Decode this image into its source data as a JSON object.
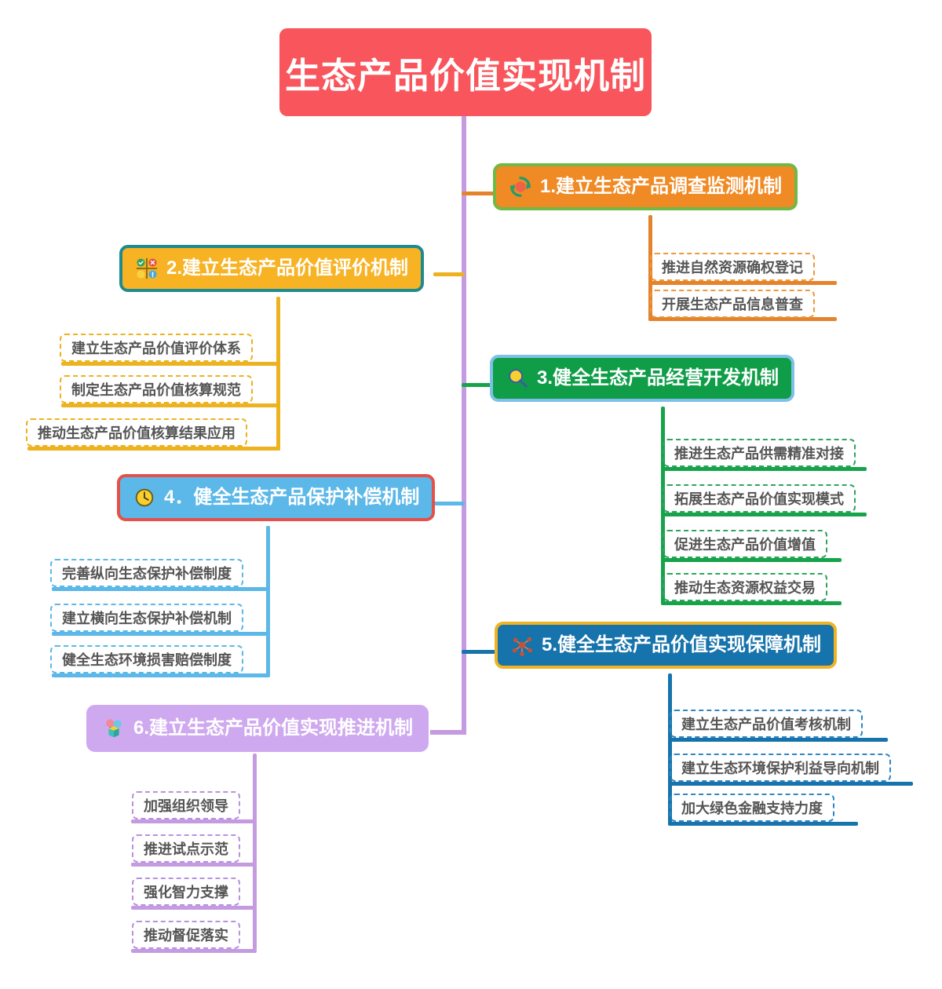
{
  "title": "生态产品价值实现机制",
  "colors": {
    "root_fill": "#f9555c",
    "spine": "#c49be0",
    "b1_fill": "#f08a25",
    "b1_border": "#6fb944",
    "b1_line": "#e3842d",
    "b2_fill": "#f7b323",
    "b2_border": "#1f8a8f",
    "b2_line": "#ecb21f",
    "b3_fill": "#0f9d48",
    "b3_border": "#7fc0e8",
    "b3_line": "#16a34a",
    "b4_fill": "#5bb8e8",
    "b4_border": "#e4504a",
    "b4_line": "#5bb8e8",
    "b5_fill": "#1673ab",
    "b5_border": "#f0b323",
    "b5_line": "#1673ab",
    "b6_fill": "#cfa9ef",
    "b6_border": "#cfa9ef",
    "b6_line": "#c49be0",
    "leaf_text": "#555555"
  },
  "branches": [
    {
      "id": "b1",
      "icon": "recycle-arrows-icon",
      "label": "1.建立生态产品调查监测机制",
      "children": [
        {
          "label": "推进自然资源确权登记"
        },
        {
          "label": "开展生态产品信息普查"
        }
      ]
    },
    {
      "id": "b2",
      "icon": "quadrant-matrix-icon",
      "label": "2.建立生态产品价值评价机制",
      "children": [
        {
          "label": "建立生态产品价值评价体系"
        },
        {
          "label": "制定生态产品价值核算规范"
        },
        {
          "label": "推动生态产品价值核算结果应用"
        }
      ]
    },
    {
      "id": "b3",
      "icon": "magnifier-icon",
      "label": "3.健全生态产品经营开发机制",
      "children": [
        {
          "label": "推进生态产品供需精准对接"
        },
        {
          "label": "拓展生态产品价值实现模式"
        },
        {
          "label": "促进生态产品价值增值"
        },
        {
          "label": "推动生态资源权益交易"
        }
      ]
    },
    {
      "id": "b4",
      "icon": "clock-icon",
      "label": "4．健全生态产品保护补偿机制",
      "children": [
        {
          "label": "完善纵向生态保护补偿制度"
        },
        {
          "label": "建立横向生态保护补偿机制"
        },
        {
          "label": "健全生态环境损害赔偿制度"
        }
      ]
    },
    {
      "id": "b5",
      "icon": "network-molecule-icon",
      "label": "5.健全生态产品价值实现保障机制",
      "children": [
        {
          "label": "建立生态产品价值考核机制"
        },
        {
          "label": "建立生态环境保护利益导向机制"
        },
        {
          "label": "加大绿色金融支持力度"
        }
      ]
    },
    {
      "id": "b6",
      "icon": "gift-balloon-icon",
      "label": "6.建立生态产品价值实现推进机制",
      "children": [
        {
          "label": "加强组织领导"
        },
        {
          "label": "推进试点示范"
        },
        {
          "label": "强化智力支撑"
        },
        {
          "label": "推动督促落实"
        }
      ]
    }
  ]
}
